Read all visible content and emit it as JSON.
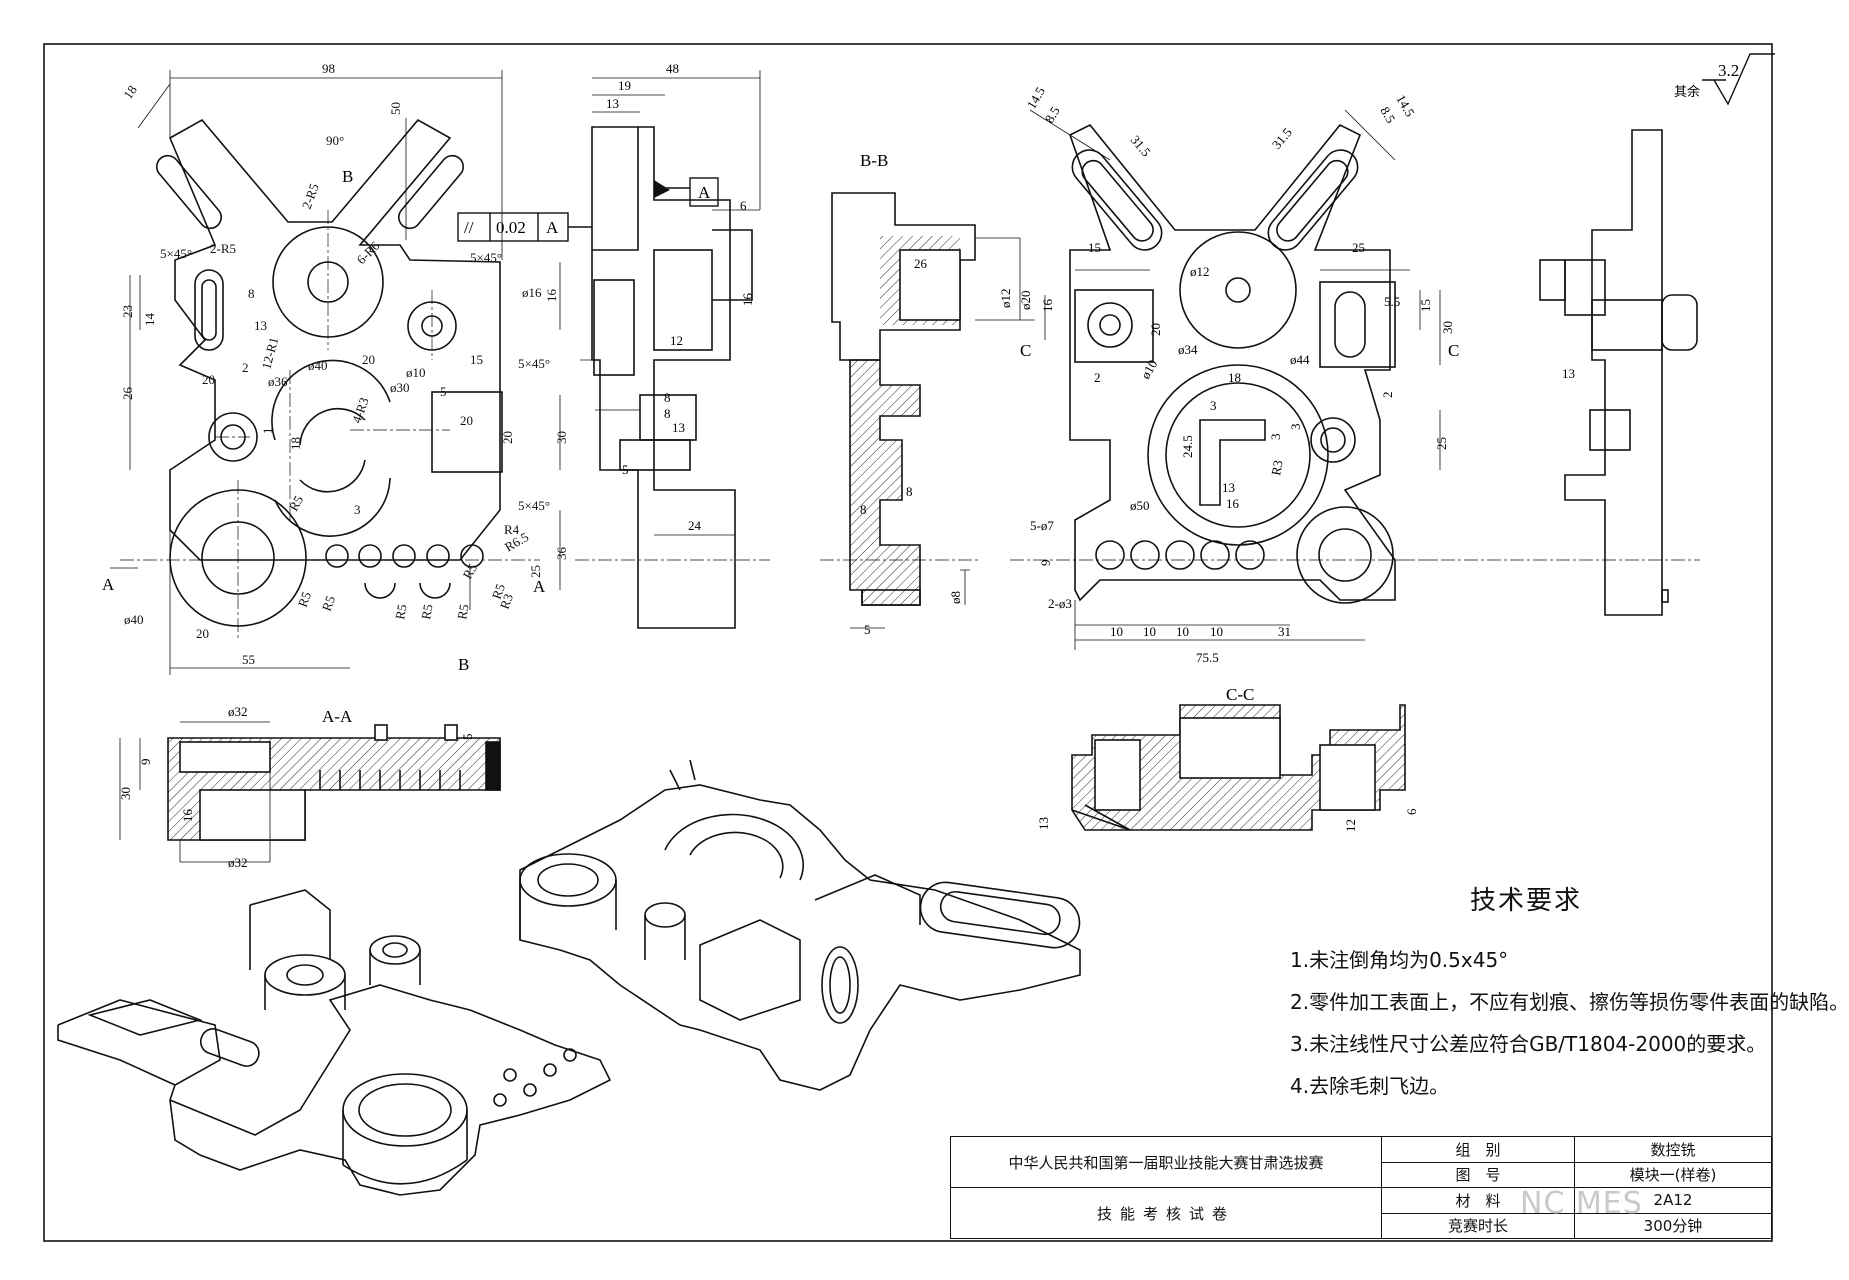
{
  "tech_requirements": {
    "heading": "技术要求",
    "items": [
      "1.未注倒角均为0.5x45°",
      "2.零件加工表面上，不应有划痕、擦伤等损伤零件表面的缺陷。",
      "3.未注线性尺寸公差应符合GB/T1804-2000的要求。",
      "4.去除毛刺飞边。"
    ]
  },
  "title_block": {
    "competition": "中华人民共和国第一届职业技能大赛甘肃选拔赛",
    "exam": "技能考核试卷",
    "rows": [
      {
        "label": "组　别",
        "value": "数控铣"
      },
      {
        "label": "图　号",
        "value": "模块一(样卷)"
      },
      {
        "label": "材　料",
        "value": "2A12"
      },
      {
        "label": "竞赛时长",
        "value": "300分钟"
      }
    ]
  },
  "roughness": {
    "value": "3.2",
    "note": "其余"
  },
  "view_labels": {
    "aa": "A-A",
    "bb": "B-B",
    "cc": "C-C",
    "a": "A",
    "b": "B",
    "c": "C"
  },
  "tolerance": {
    "symbol": "//",
    "value": "0.02",
    "datum": "A"
  },
  "dims_front": [
    "98",
    "18",
    "50",
    "90°",
    "2-R5",
    "2-R5",
    "6-R6",
    "5×45°",
    "5×45°",
    "5×45°",
    "5×45°",
    "ø16",
    "16",
    "23",
    "14",
    "8",
    "13",
    "20",
    "2",
    "12-R1",
    "26",
    "ø40",
    "20",
    "ø30",
    "ø10",
    "15",
    "ø36",
    "4-R3",
    "18",
    "1",
    "5",
    "20",
    "20",
    "30",
    "3",
    "R5",
    "R4",
    "R6.5",
    "R5",
    "25",
    "36",
    "ø40",
    "20",
    "55",
    "R5",
    "R5",
    "R5",
    "R5",
    "R5",
    "R5",
    "R3"
  ],
  "dims_side": [
    "48",
    "19",
    "13",
    "6",
    "16",
    "12",
    "8",
    "8",
    "13",
    "5",
    "24"
  ],
  "dims_bb": [
    "26",
    "ø12",
    "ø20",
    "8",
    "8",
    "ø8",
    "5"
  ],
  "dims_top": [
    "14.5",
    "8.5",
    "31.5",
    "31.5",
    "8.5",
    "14.5",
    "15",
    "25",
    "ø12",
    "16",
    "20",
    "5.5",
    "15",
    "30",
    "ø34",
    "ø10",
    "18",
    "2",
    "ø44",
    "3",
    "3",
    "24.5",
    "13",
    "16",
    "R3",
    "ø50",
    "25",
    "2",
    "3",
    "5-ø7",
    "9",
    "2-ø3",
    "10",
    "10",
    "10",
    "10",
    "31",
    "75.5"
  ],
  "dims_rside": [
    "13"
  ],
  "dims_aa": [
    "ø32",
    "9",
    "30",
    "16",
    "ø32",
    "5"
  ],
  "dims_cc": [
    "13",
    "12",
    "6"
  ],
  "watermark": "NC MES"
}
